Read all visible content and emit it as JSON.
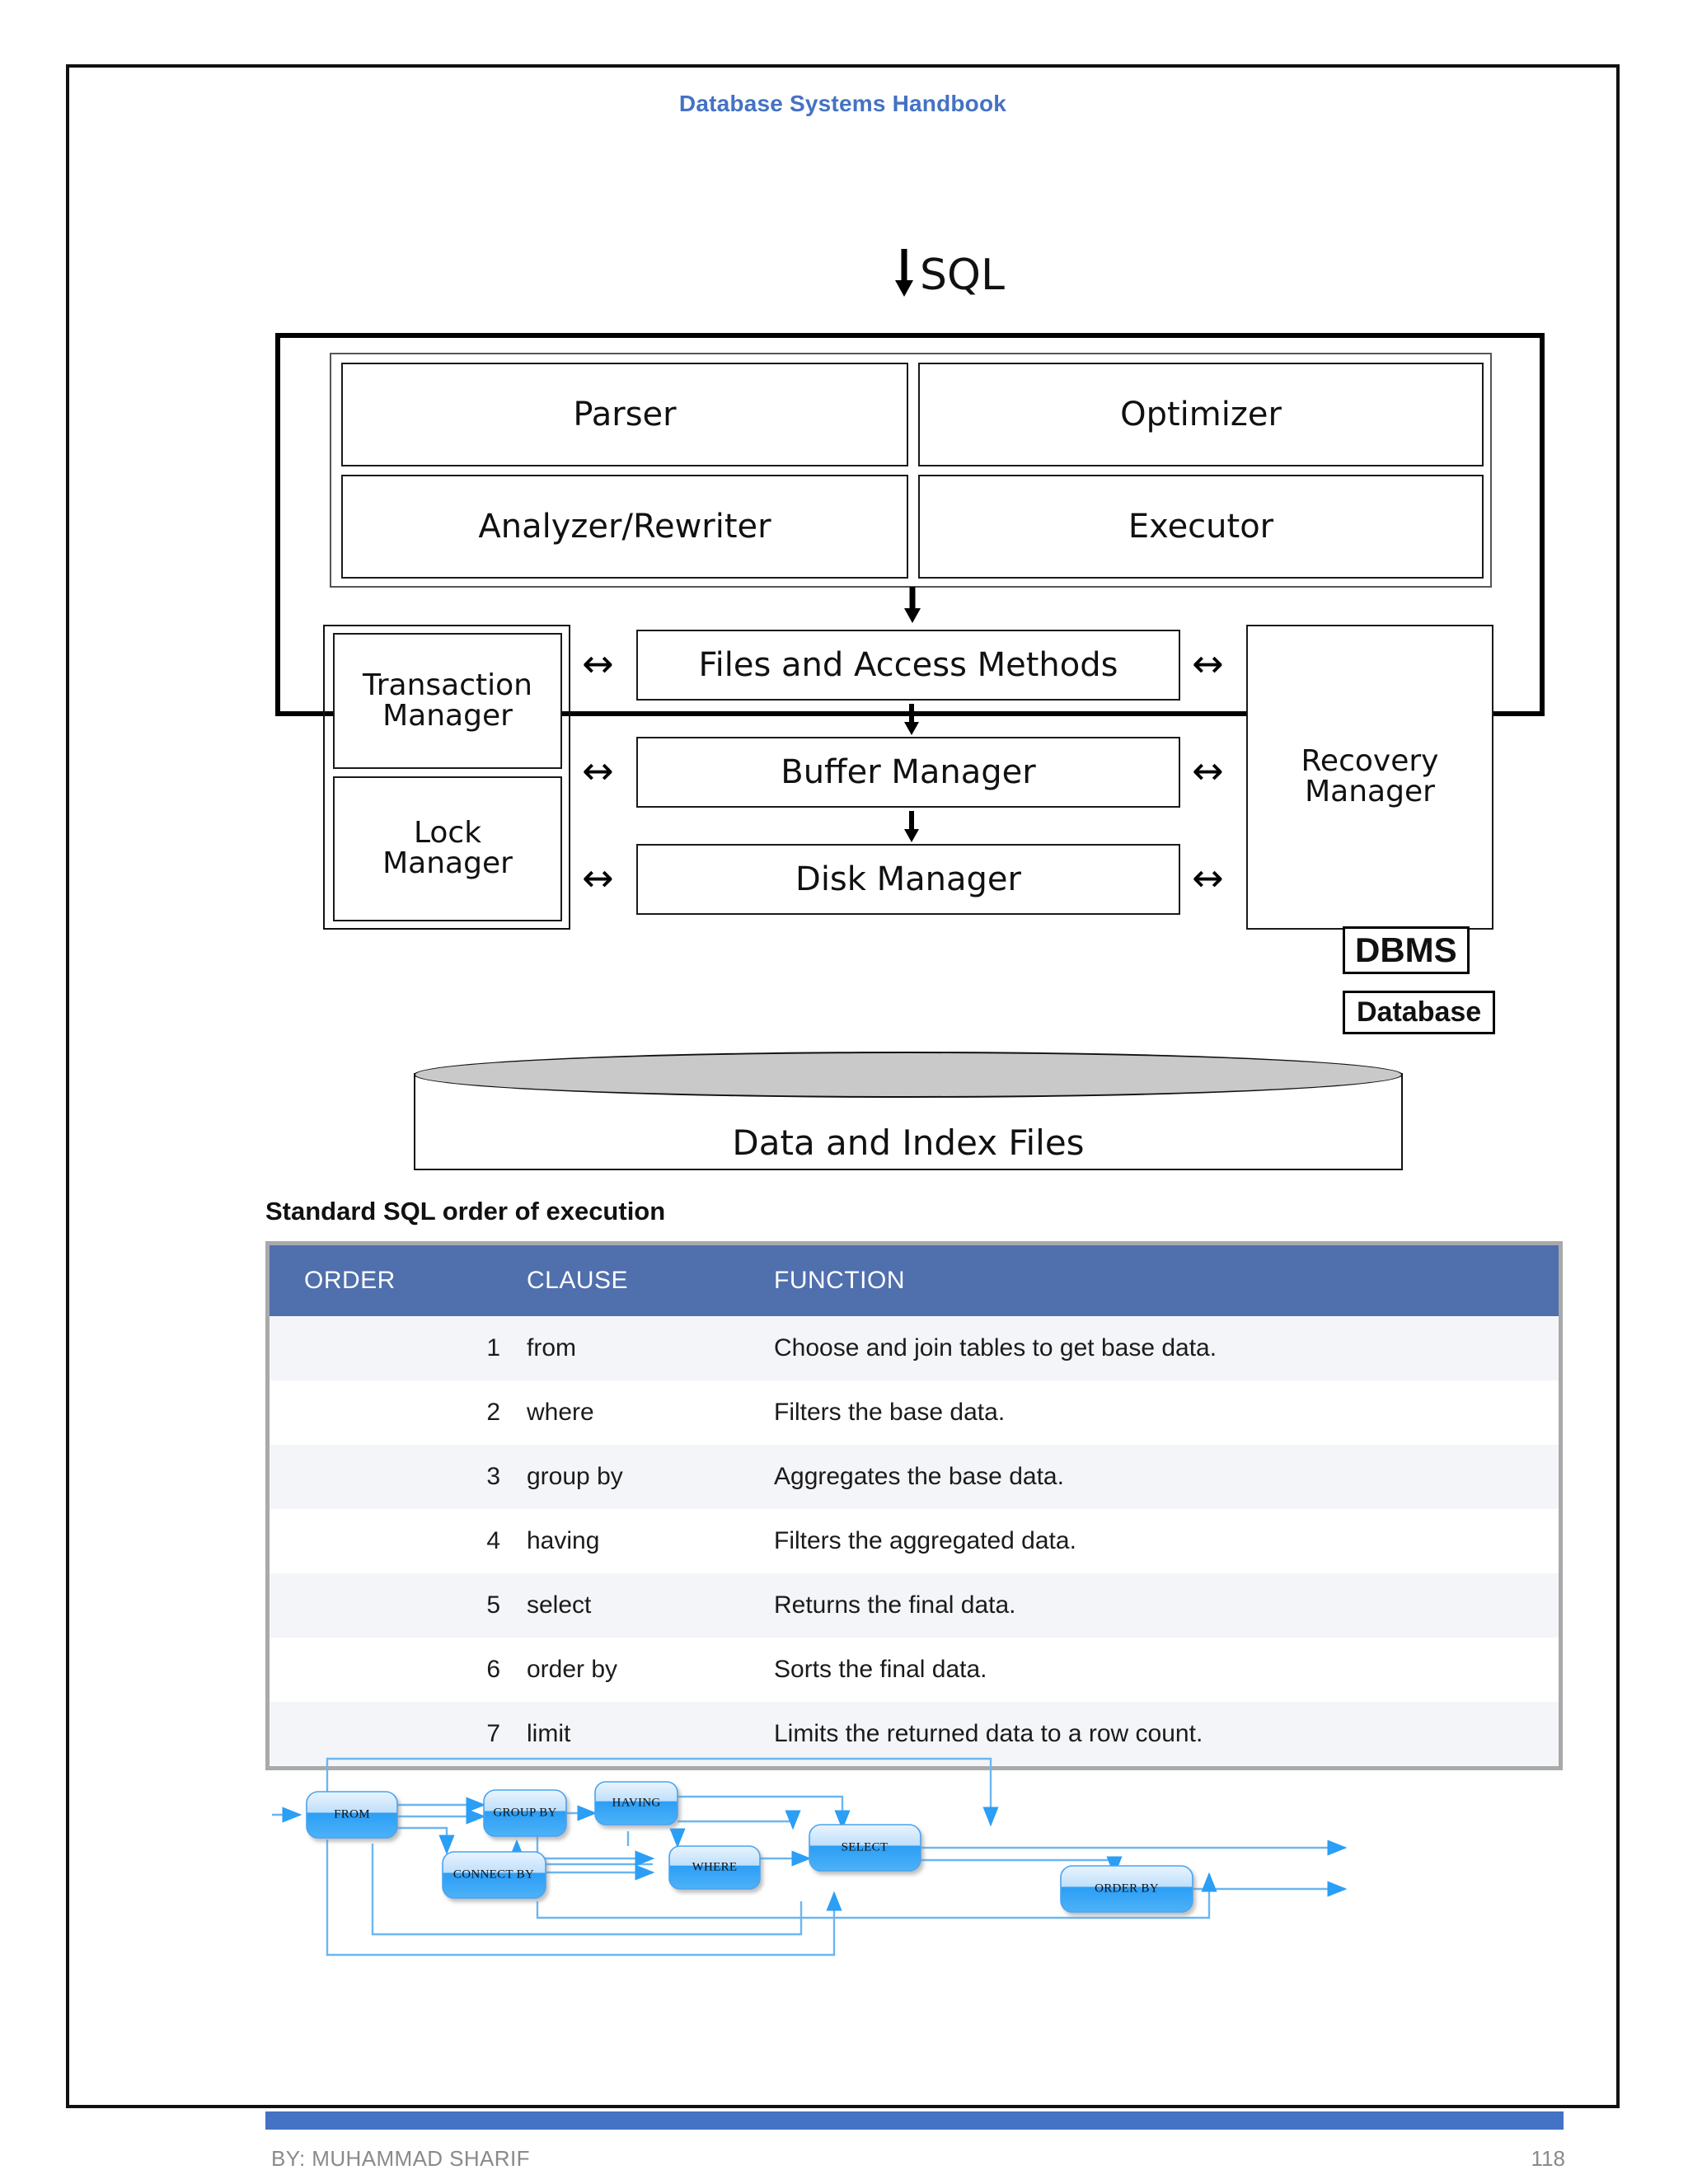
{
  "header": {
    "title": "Database Systems Handbook"
  },
  "architecture": {
    "input_label": "SQL",
    "input_icon": "down-arrow-icon",
    "dbms_tag": "DBMS",
    "database_tag": "Database",
    "components": {
      "parser": "Parser",
      "optimizer": "Optimizer",
      "analyzer": "Analyzer/Rewriter",
      "executor": "Executor",
      "transaction_manager_line1": "Transaction",
      "transaction_manager_line2": "Manager",
      "lock_manager_line1": "Lock",
      "lock_manager_line2": "Manager",
      "files_access": "Files and Access Methods",
      "buffer_manager": "Buffer Manager",
      "disk_manager": "Disk Manager",
      "recovery_manager_line1": "Recovery",
      "recovery_manager_line2": "Manager"
    },
    "bidi_arrow_glyph": "↔",
    "storage": {
      "label": "Data and Index Files"
    }
  },
  "table_section": {
    "title": "Standard SQL order of execution",
    "columns": [
      "ORDER",
      "CLAUSE",
      "FUNCTION"
    ],
    "rows": [
      {
        "order": "1",
        "clause": "from",
        "function": "Choose and join tables to get base data."
      },
      {
        "order": "2",
        "clause": "where",
        "function": "Filters the base data."
      },
      {
        "order": "3",
        "clause": "group by",
        "function": "Aggregates the base data."
      },
      {
        "order": "4",
        "clause": "having",
        "function": "Filters the aggregated data."
      },
      {
        "order": "5",
        "clause": "select",
        "function": "Returns the final data."
      },
      {
        "order": "6",
        "clause": "order by",
        "function": "Sorts the final data."
      },
      {
        "order": "7",
        "clause": "limit",
        "function": "Limits the returned data to a row count."
      }
    ],
    "header_color": "#4f6fad",
    "border_color": "#a9a9a9",
    "stripe_color": "#f4f5f8"
  },
  "flow_diagram": {
    "nodes": [
      {
        "id": "from",
        "label": "FROM"
      },
      {
        "id": "connect_by",
        "label": "CONNECT BY"
      },
      {
        "id": "group_by",
        "label": "GROUP BY"
      },
      {
        "id": "having",
        "label": "HAVING"
      },
      {
        "id": "where",
        "label": "WHERE"
      },
      {
        "id": "select",
        "label": "SELECT"
      },
      {
        "id": "order_by",
        "label": "ORDER BY"
      }
    ],
    "node_fill_top": "#cfe6fb",
    "node_fill_bottom": "#2b9ef5",
    "connector_color": "#6cb6f0"
  },
  "footer": {
    "author": "BY: MUHAMMAD SHARIF",
    "page_number": "118",
    "bar_color": "#4472c4"
  }
}
